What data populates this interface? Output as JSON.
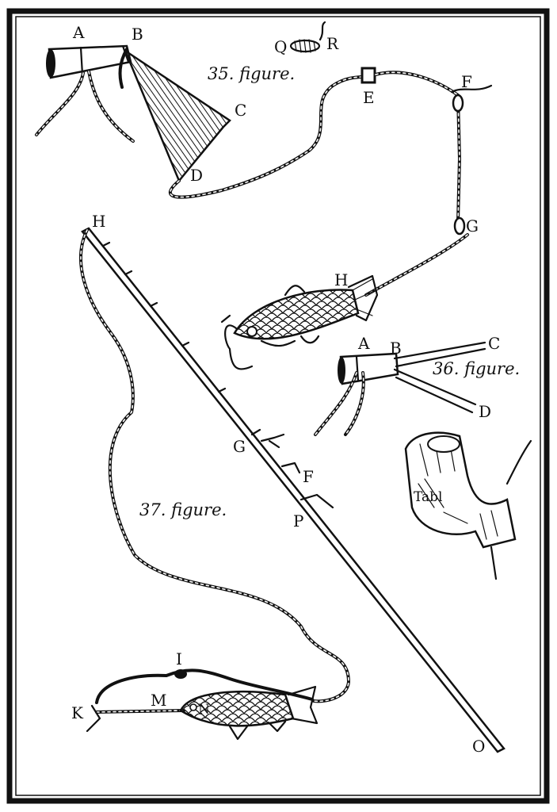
{
  "labels": {
    "fig35": {
      "a": "A",
      "b": "B",
      "c": "C",
      "d": "D",
      "e": "E",
      "f": "F",
      "g": "G",
      "h": "H",
      "q": "Q",
      "r": "R",
      "caption": "35. figure."
    },
    "fig36": {
      "a": "A",
      "b": "B",
      "c": "C",
      "d": "D",
      "caption": "36. figure."
    },
    "fig37": {
      "h": "H",
      "g": "G",
      "f": "F",
      "p": "P",
      "i": "I",
      "m": "M",
      "n": "N",
      "k": "K",
      "o": "O",
      "caption": "37. figure."
    },
    "scroll": "Tabl"
  }
}
